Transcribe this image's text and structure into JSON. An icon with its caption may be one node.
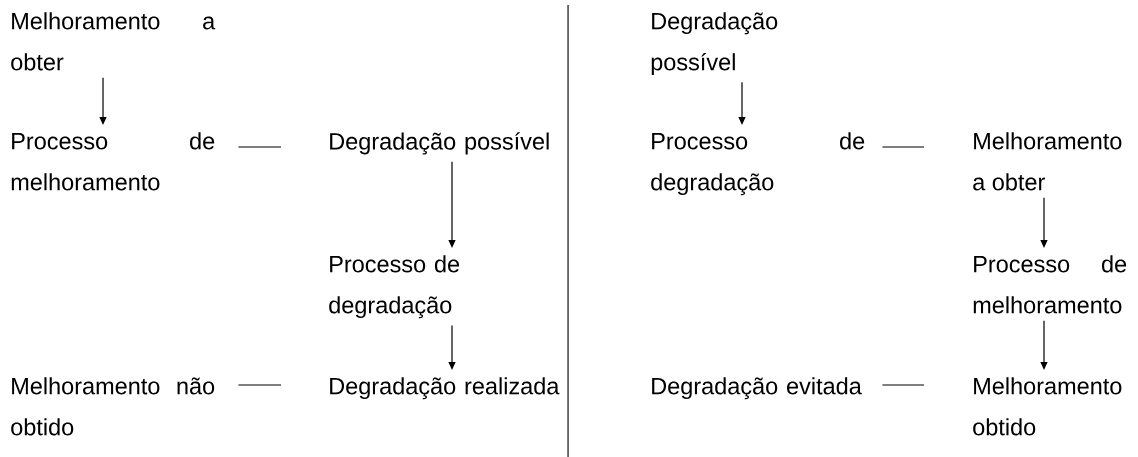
{
  "diagram": {
    "nodes": [
      {
        "text": [
          "Melhoramento a obter"
        ]
      },
      {
        "text": [
          "Processo de melhoramento"
        ]
      },
      {
        "text": [
          "Degradação possível"
        ]
      },
      {
        "text": [
          "Processo de degradação"
        ]
      },
      {
        "text": [
          "Degradação realizada"
        ]
      },
      {
        "text": [
          "Melhoramento não obtido"
        ]
      },
      {
        "text": [
          "Degradação possível"
        ]
      },
      {
        "text": [
          "Processo de degradação"
        ]
      },
      {
        "text": [
          "Melhoramento a obter"
        ]
      },
      {
        "text": [
          "Processo de melhoramento"
        ]
      },
      {
        "text": [
          "Degradação evitada"
        ]
      },
      {
        "text": [
          "Melhoramento obtido"
        ]
      }
    ],
    "edges": [
      {
        "from": 0,
        "to": 1,
        "arrow": "to"
      },
      {
        "from": 1,
        "to": 2,
        "arrow": "none"
      },
      {
        "from": 2,
        "to": 3,
        "arrow": "to"
      },
      {
        "from": 3,
        "to": 4,
        "arrow": "to"
      },
      {
        "from": 5,
        "to": 4,
        "arrow": "none"
      },
      {
        "from": 6,
        "to": 7,
        "arrow": "to"
      },
      {
        "from": 7,
        "to": 8,
        "arrow": "none"
      },
      {
        "from": 8,
        "to": 9,
        "arrow": "to"
      },
      {
        "from": 9,
        "to": 11,
        "arrow": "to"
      },
      {
        "from": 10,
        "to": 11,
        "arrow": "none"
      }
    ]
  }
}
